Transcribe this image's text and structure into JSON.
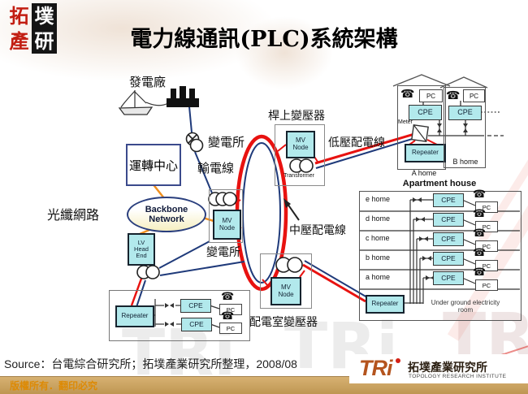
{
  "header": {
    "logo_chars": [
      "拓",
      "墣",
      "產",
      "研"
    ],
    "title": "電力線通訊(PLC)系統架構"
  },
  "diagram": {
    "icons": {
      "phone": "☎"
    },
    "labels": {
      "power_plant": "發電廠",
      "substation_top": "變電所",
      "transmission_line": "輸電線",
      "control_center": "運轉中心",
      "fiber_network": "光纖網路",
      "backbone_network": "Backbone Network",
      "lv_head_end": "LV Head End",
      "substation_mid": "變電所",
      "pole_transformer": "桿上變壓器",
      "lv_distribution_line": "低壓配電線",
      "mv_distribution_line": "中壓配電線",
      "transformer": "Transformer",
      "distribution_room_transformer": "配電室變壓器",
      "meter": "Meter",
      "a_home": "A home",
      "b_home": "B home",
      "apartment_house": "Apartment house",
      "underground_room": "Under ground electricity room",
      "mv_node": "MV Node",
      "repeater": "Repeater",
      "cpe": "CPE",
      "pc": "PC"
    },
    "apartment_floors": [
      "e home",
      "d home",
      "c home",
      "b home",
      "a home"
    ]
  },
  "footer": {
    "source": "Source：台電綜合研究所；拓墣產業研究所整理，2008/08",
    "copyright": "版權所有．翻印必究",
    "tri_logo": {
      "acronym": "TRi",
      "chinese": "拓墣產業研究所",
      "english": "TOPOLOGY RESEARCH INSTITUTE"
    }
  },
  "colors": {
    "mv_line_red": "#e81210",
    "power_line_navy": "#1f3a7a",
    "fiber_orange": "#f09020",
    "node_cyan": "#b2e9ec",
    "bar_tan": "#c9a05c"
  },
  "decor": {
    "watermark_text": "TRi"
  }
}
